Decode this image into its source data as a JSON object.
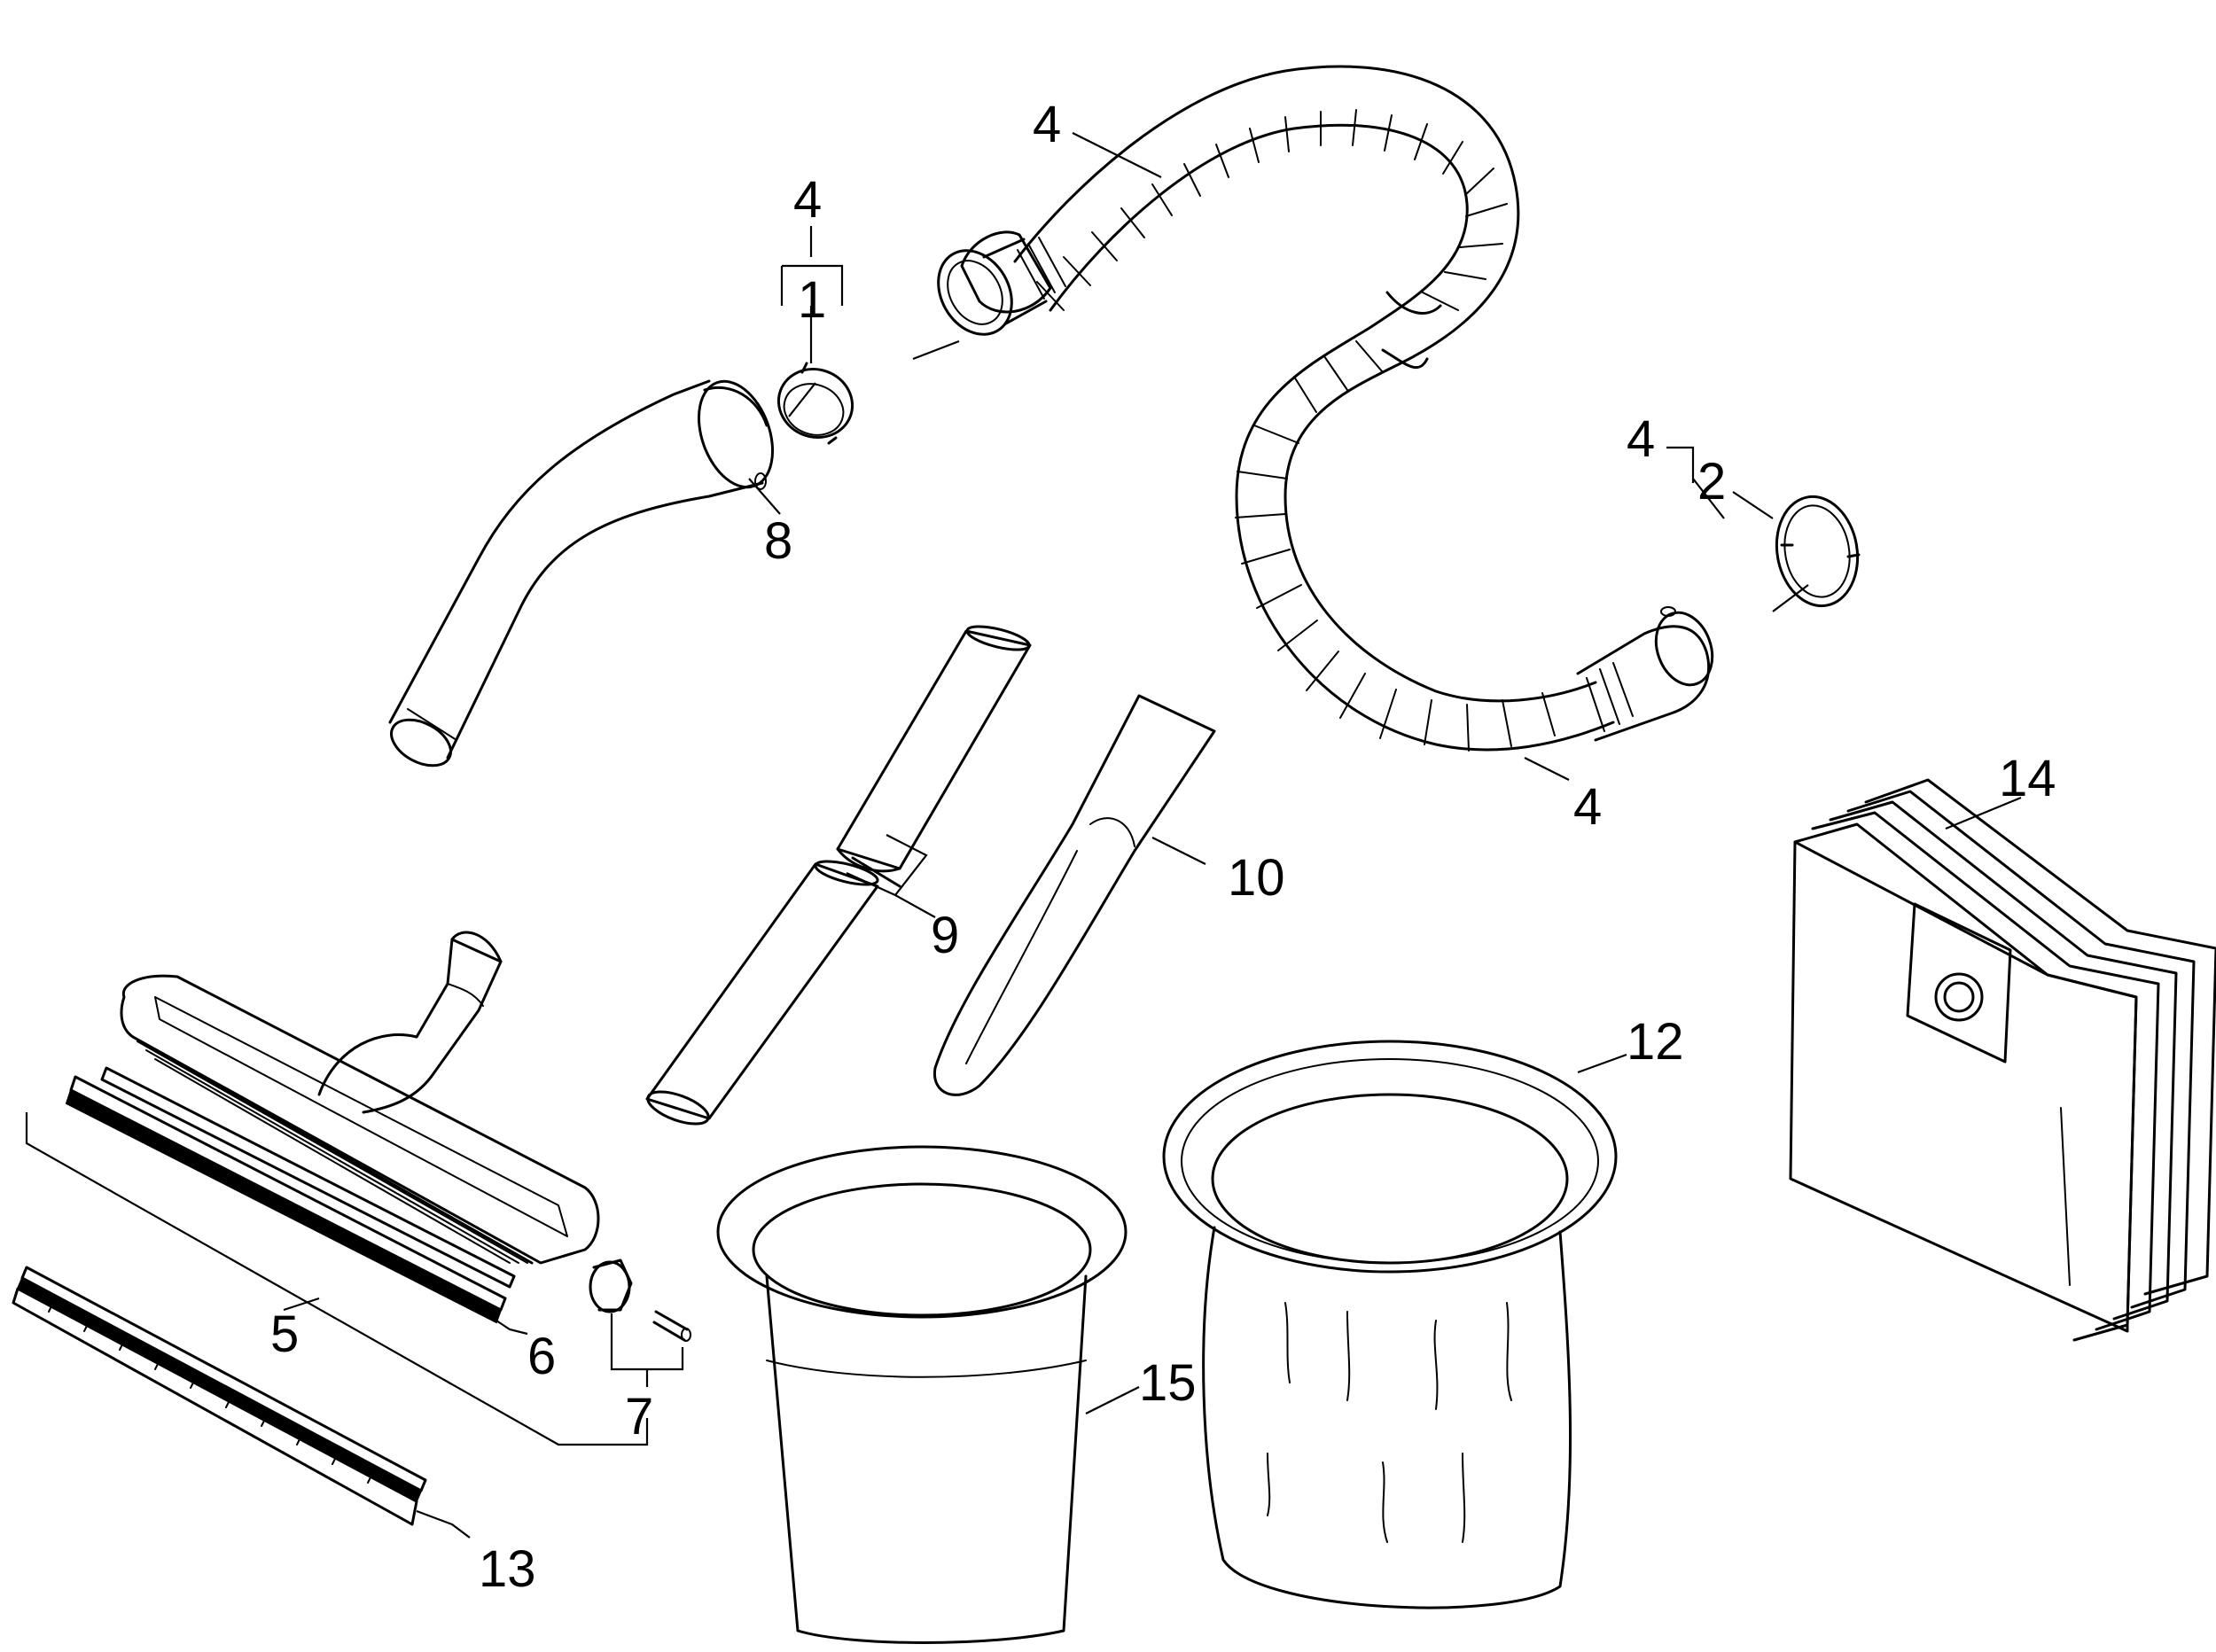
{
  "diagram": {
    "callouts": {
      "c1": "1",
      "c2": "2",
      "c4_handle_group": "4",
      "c4_hose_top": "4",
      "c4_hose_bottom": "4",
      "c4_ring_group": "4",
      "c5": "5",
      "c6": "6",
      "c7": "7",
      "c8": "8",
      "c9": "9",
      "c10": "10",
      "c12": "12",
      "c13": "13",
      "c14": "14",
      "c15": "15"
    },
    "colors": {
      "line": "#000000",
      "background": "#ffffff"
    }
  }
}
